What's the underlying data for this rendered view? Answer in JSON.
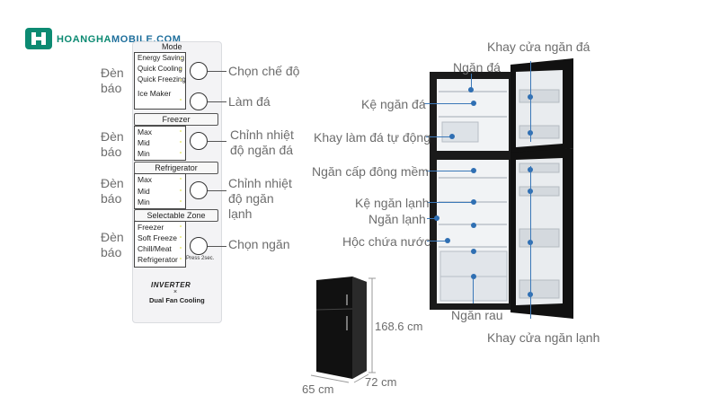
{
  "logo": {
    "brand_a": "HOANGHA",
    "brand_b": "MOBILE.COM"
  },
  "panel": {
    "mode_title": "Mode",
    "mode_rows": [
      "Energy Saving",
      "Quick Cooling",
      "Quick Freezing",
      "",
      "Ice Maker"
    ],
    "freezer_title": "Freezer",
    "freezer_rows": [
      "Max",
      "Mid",
      "Min"
    ],
    "refrigerator_title": "Refrigerator",
    "refrigerator_rows": [
      "Max",
      "Mid",
      "Min"
    ],
    "zone_title": "Selectable Zone",
    "zone_rows": [
      "Freezer",
      "Soft Freeze",
      "Chill/Meat",
      "Refrigerator"
    ],
    "press_note": "Press 2sec.",
    "brand_line1": "INVERTER",
    "brand_line2": "Dual Fan Cooling"
  },
  "left_labels": {
    "den_bao_1": "Đèn báo",
    "den_bao_2": "Đèn báo",
    "den_bao_3": "Đèn báo",
    "den_bao_4": "Đèn báo",
    "chon_che_do": "Chọn chế độ",
    "lam_da": "Làm đá",
    "chinh_nhiet_ngan_da": "Chỉnh nhiệt độ ngăn đá",
    "chinh_nhiet_ngan_lanh": "Chỉnh nhiệt độ ngăn lạnh",
    "chon_ngan": "Chọn ngăn"
  },
  "dimensions": {
    "height": "168.6 cm",
    "width": "65 cm",
    "depth": "72 cm"
  },
  "fridge_labels": {
    "ngan_da": "Ngăn đá",
    "ke_ngan_da": "Kệ ngăn đá",
    "khay_lam_da": "Khay làm đá tự động",
    "ngan_cap_dong": "Ngăn cấp đông mềm",
    "ke_ngan_lanh": "Kệ ngăn lạnh",
    "ngan_lanh": "Ngăn lạnh",
    "hoc_chua_nuoc": "Hộc chứa nước",
    "ngan_rau": "Ngăn rau",
    "khay_cua_ngan_da": "Khay cửa ngăn đá",
    "khay_cua_ngan_lanh": "Khay cửa ngăn lạnh"
  },
  "colors": {
    "brand_green": "#0c8a72",
    "callout_blue": "#2f6fb3",
    "label_grey": "#6d6d6d"
  }
}
